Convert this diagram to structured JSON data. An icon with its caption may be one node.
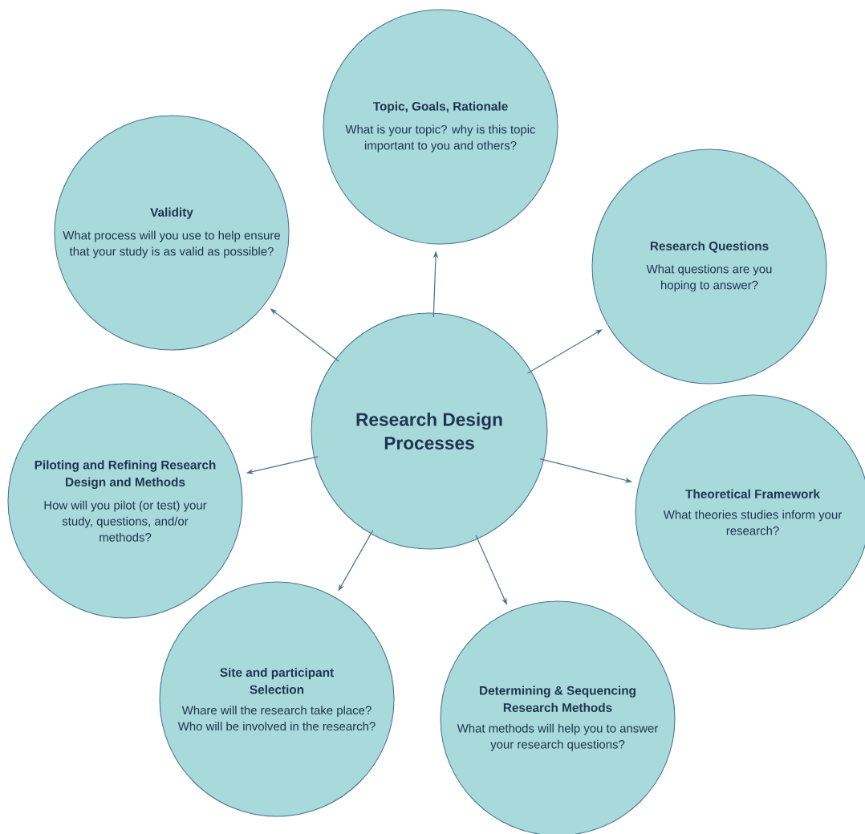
{
  "diagram": {
    "nodes": [
      {
        "text": [
          "Research Design Processes"
        ]
      },
      {
        "text": [
          "Topic, Goals, Rationale",
          "What is your topic? why is this topic important to you and others?"
        ]
      },
      {
        "text": [
          "Validity",
          "What process will you use to help ensure that your study is as valid as possible?"
        ]
      },
      {
        "text": [
          "Research Questions",
          "What questions are you hoping to answer?"
        ]
      },
      {
        "text": [
          "Piloting and Refining Research Design and Methods",
          "How will you pilot (or test) your study, questions, and/or methods?"
        ]
      },
      {
        "text": [
          "Theoretical Framework",
          "What theories studies inform your research?"
        ]
      },
      {
        "text": [
          "Site and participant Selection",
          "Whare will the research take place? Who will be involved in the research?"
        ]
      },
      {
        "text": [
          "Determining & Sequencing Research Methods",
          "What methods will help you to answer your research questions?"
        ]
      }
    ],
    "edges": [
      {
        "from": 0,
        "to": 1,
        "arrow": "to"
      },
      {
        "from": 0,
        "to": 2,
        "arrow": "to"
      },
      {
        "from": 0,
        "to": 3,
        "arrow": "to"
      },
      {
        "from": 0,
        "to": 4,
        "arrow": "to"
      },
      {
        "from": 0,
        "to": 5,
        "arrow": "to"
      },
      {
        "from": 0,
        "to": 6,
        "arrow": "to"
      },
      {
        "from": 0,
        "to": 7,
        "arrow": "to"
      }
    ]
  }
}
